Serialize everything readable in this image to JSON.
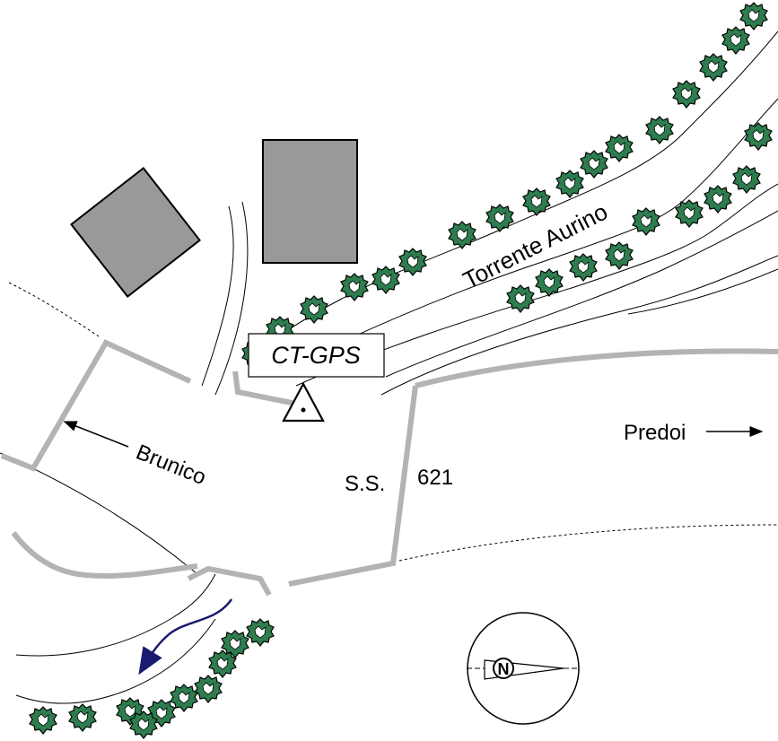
{
  "labels": {
    "river": "Torrente Aurino",
    "station": "CT-GPS",
    "west_town": "Brunico",
    "east_town": "Predoi",
    "road_prefix": "S.S.",
    "road_number": "621"
  },
  "compass": {
    "letter": "N"
  },
  "colors": {
    "road": "#b3b3b3",
    "building": "#999999",
    "tree_fill": "#2e7d4f",
    "tree_outline": "#000000",
    "flow_arrow": "#1a1a6e"
  },
  "icons": {
    "station_marker": "triangle-with-dot",
    "compass": "north-arrow-compass",
    "trees": "tree-canopy",
    "flow": "river-flow-arrow"
  }
}
